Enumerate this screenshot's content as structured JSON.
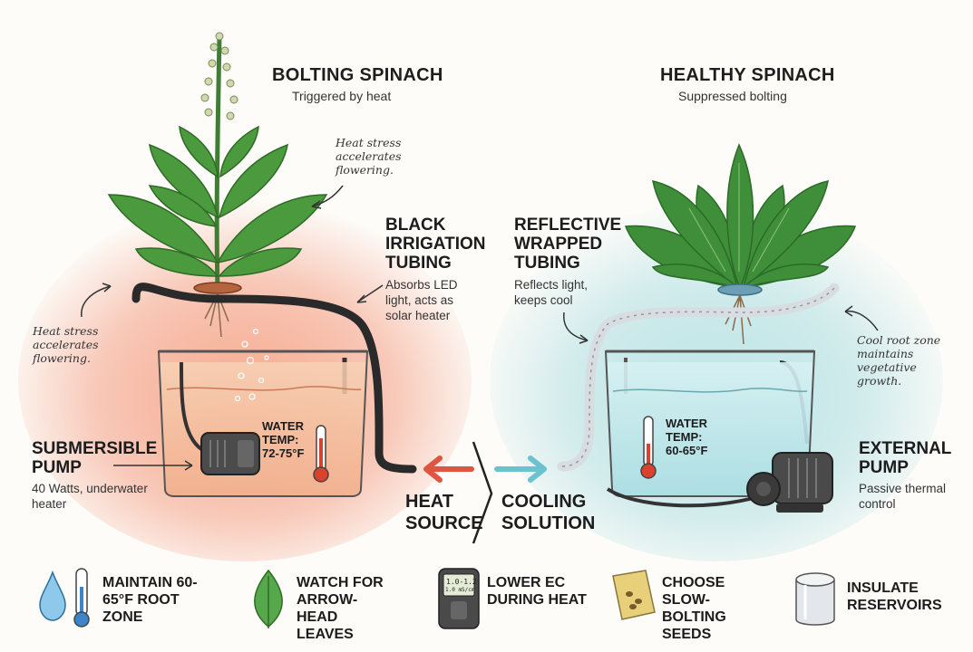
{
  "left": {
    "title": "BOLTING SPINACH",
    "subtitle": "Triggered by heat",
    "note_top": "Heat stress accelerates flowering.",
    "note_side": "Heat stress accelerates flowering.",
    "tubing_title": "BLACK IRRIGATION TUBING",
    "tubing_desc": "Absorbs LED light, acts as solar heater",
    "pump_title": "SUBMERSIBLE PUMP",
    "pump_desc": "40 Watts, underwater heater",
    "water_temp": "WATER TEMP: 72-75°F"
  },
  "right": {
    "title": "HEALTHY SPINACH",
    "subtitle": "Suppressed bolting",
    "tubing_title": "REFLECTIVE WRAPPED TUBING",
    "tubing_desc": "Reflects light, keeps cool",
    "note_side": "Cool root zone maintains vegetative growth.",
    "pump_title": "EXTERNAL PUMP",
    "pump_desc": "Passive thermal control",
    "water_temp": "WATER TEMP: 60-65°F"
  },
  "center": {
    "heat_source": "HEAT SOURCE",
    "cooling_solution": "COOLING SOLUTION"
  },
  "tips": [
    {
      "label": "MAINTAIN 60-65°F ROOT ZONE",
      "icon": "water-drop-thermometer-icon"
    },
    {
      "label": "WATCH FOR ARROW-HEAD LEAVES",
      "icon": "leaf-icon"
    },
    {
      "label": "LOWER EC DURING HEAT",
      "icon": "ec-meter-icon",
      "meter_top": "1.0-1.2",
      "meter_bottom": "1.0 mS/cm"
    },
    {
      "label": "CHOOSE SLOW-BOLTING SEEDS",
      "icon": "seed-packet-icon"
    },
    {
      "label": "INSULATE RESERVOIRS",
      "icon": "insulated-cylinder-icon"
    }
  ],
  "colors": {
    "heat": "#f28a6a",
    "cool": "#9fd8dc",
    "leaf": "#3f8f3a",
    "water_warm": "#f6c6a6",
    "water_cool": "#c9ecf0"
  }
}
